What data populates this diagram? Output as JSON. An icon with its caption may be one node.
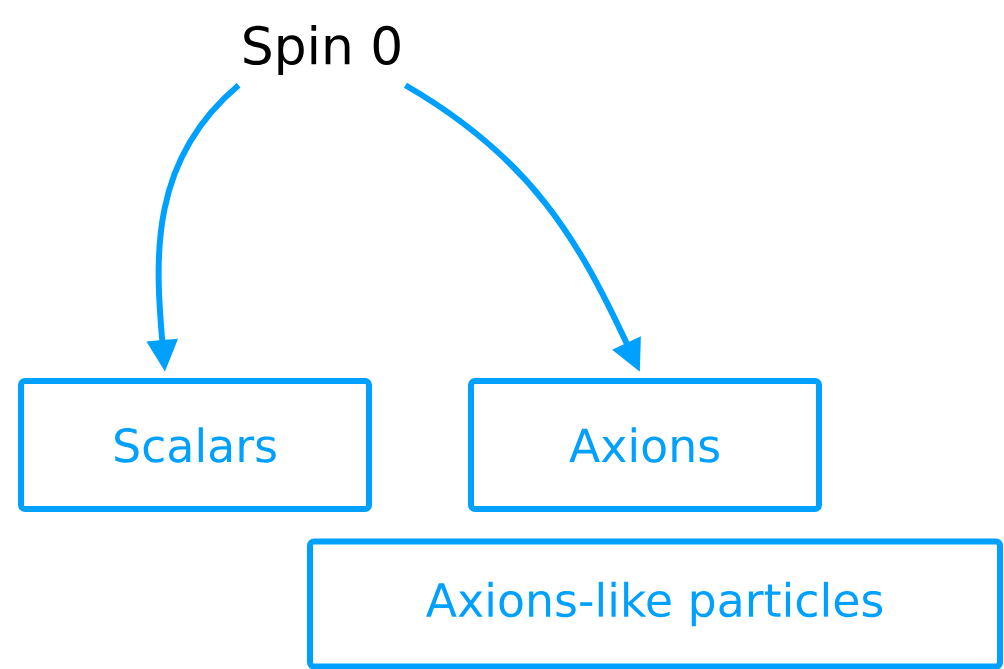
{
  "diagram": {
    "nodes": [
      {
        "text": [
          "Spin 0"
        ]
      },
      {
        "text": [
          "Scalars"
        ]
      },
      {
        "text": [
          "Axions"
        ]
      },
      {
        "text": [
          "Axions-like particles"
        ]
      }
    ],
    "edges": [
      {
        "from": 0,
        "to": 1,
        "arrow": "to"
      },
      {
        "from": 0,
        "to": 2,
        "arrow": "to"
      }
    ]
  }
}
